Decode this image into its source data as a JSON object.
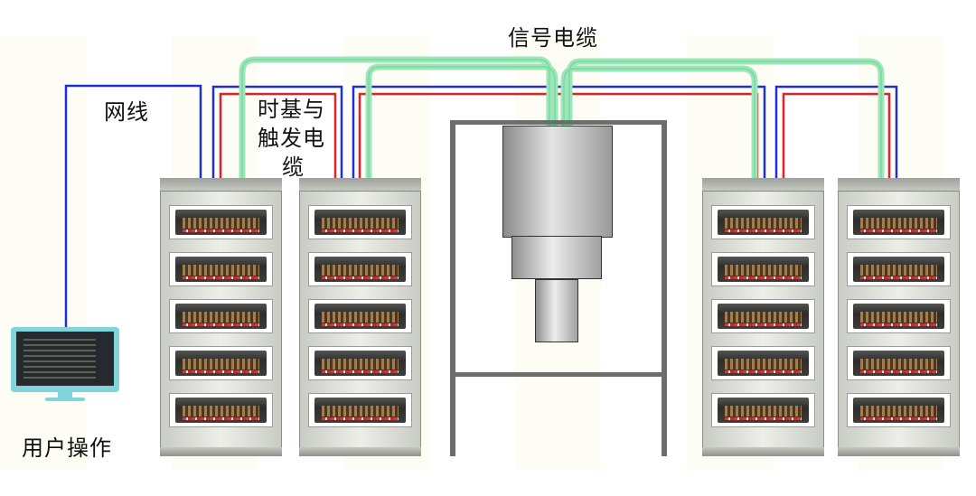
{
  "labels": {
    "signal_cable": "信号电缆",
    "network_cable": "网线",
    "timing_trigger_cable_line1": "时基与",
    "timing_trigger_cable_line2": "触发电",
    "timing_trigger_cable_line3": "缆",
    "user_operation": "用户操作"
  },
  "colors": {
    "signal_cable": "#9be7b9",
    "network_cable": "#1f2fd0",
    "timing_cable": "#e0202a",
    "rack": "#d8dad4",
    "monitor": "#7fd5d9"
  },
  "racks": [
    {
      "units": 5
    },
    {
      "units": 5
    },
    {
      "units": 5
    },
    {
      "units": 5
    }
  ]
}
